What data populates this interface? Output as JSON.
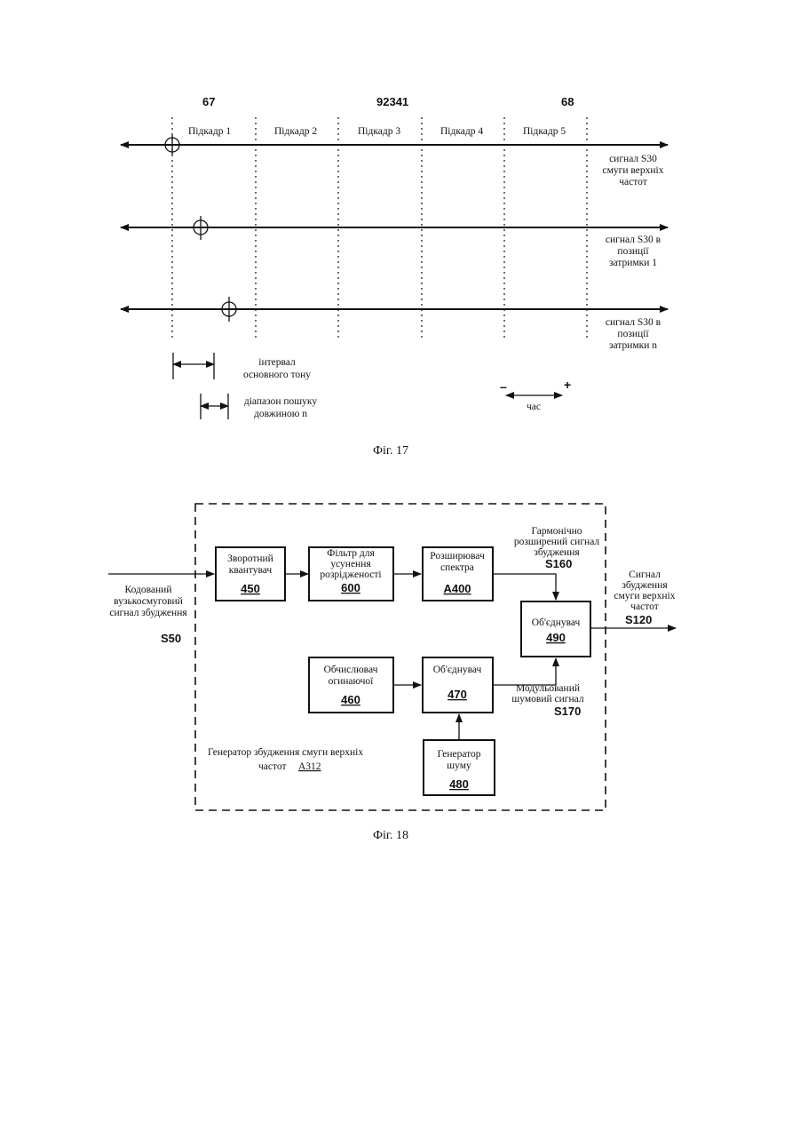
{
  "fig17": {
    "ref_left": "67",
    "ref_mid": "92341",
    "ref_right": "68",
    "subframes": [
      "Підкадр 1",
      "Підкадр 2",
      "Підкадр 3",
      "Підкадр 4",
      "Підкадр 5"
    ],
    "signal1": [
      "сигнал S30",
      "смуги верхніх",
      "частот"
    ],
    "signal2": [
      "сигнал S30 в",
      "позиції",
      "затримки 1"
    ],
    "signal3": [
      "сигнал S30 в",
      "позиції",
      "затримки n"
    ],
    "pitch_interval": [
      "інтервал",
      "основного тону"
    ],
    "search_range": [
      "діапазон пошуку",
      "довжиною n"
    ],
    "time_minus": "–",
    "time_plus": "+",
    "time_label": "час",
    "caption": "Фіг. 17"
  },
  "fig18": {
    "input_label": [
      "Кодований",
      "вузькосмуговий",
      "сигнал збудження"
    ],
    "input_code": "S50",
    "blocks": {
      "b450": {
        "label": [
          "Зворотний",
          "квантувач"
        ],
        "code": "450"
      },
      "b600": {
        "label": [
          "Фільтр для",
          "усунення",
          "розрідженості"
        ],
        "code": "600"
      },
      "bA400": {
        "label": [
          "Розширювач",
          "спектра"
        ],
        "code": "A400"
      },
      "b490": {
        "label": [
          "Об'єднувач"
        ],
        "code": "490"
      },
      "b460": {
        "label": [
          "Обчислювач",
          "огинаючої"
        ],
        "code": "460"
      },
      "b470": {
        "label": [
          "Об'єднувач"
        ],
        "code": "470"
      },
      "b480": {
        "label": [
          "Генератор",
          "шуму"
        ],
        "code": "480"
      }
    },
    "harmonic_label": [
      "Гармонічно",
      "розширений сигнал",
      "збудження"
    ],
    "harmonic_code": "S160",
    "output_label": [
      "Сигнал",
      "збудження",
      "смуги верхніх",
      "частот"
    ],
    "output_code": "S120",
    "noise_label": [
      "Модульований",
      "шумовий сигнал"
    ],
    "noise_code": "S170",
    "generator_label": [
      "Генератор збудження смуги верхніх",
      "частот"
    ],
    "generator_code": "A312",
    "caption": "Фіг. 18"
  }
}
